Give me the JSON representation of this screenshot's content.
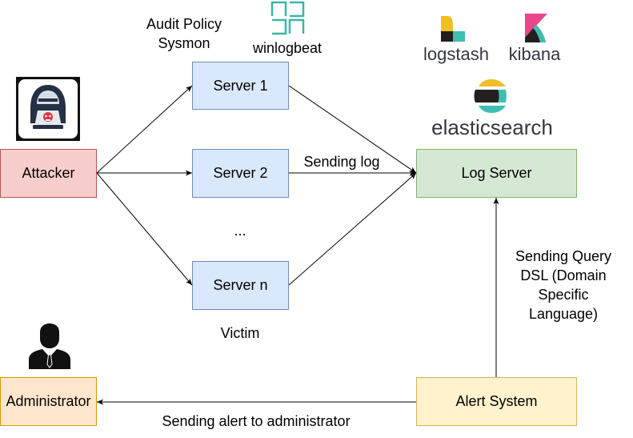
{
  "nodes": {
    "attacker": "Attacker",
    "server1": "Server 1",
    "server2": "Server 2",
    "server_n": "Server n",
    "log_server": "Log Server",
    "alert_system": "Alert System",
    "administrator": "Administrator"
  },
  "labels": {
    "audit_policy": "Audit Policy",
    "sysmon": "Sysmon",
    "winlogbeat": "winlogbeat",
    "logstash": "logstash",
    "kibana": "kibana",
    "elasticsearch": "elasticsearch",
    "ellipsis": "...",
    "victim": "Victim",
    "sending_log": "Sending log",
    "sending_query_1": "Sending Query",
    "sending_query_2": "DSL (Domain",
    "sending_query_3": "Specific",
    "sending_query_4": "Language)",
    "sending_alert": "Sending alert to administrator"
  },
  "colors": {
    "attacker_fill": "#f8cecc",
    "attacker_stroke": "#b85450",
    "server_fill": "#dae8fc",
    "server_stroke": "#6c8ebf",
    "log_fill": "#d5e8d4",
    "log_stroke": "#82b366",
    "alert_fill": "#fff2cc",
    "alert_stroke": "#d6b656",
    "admin_fill": "#ffe6cc",
    "admin_stroke": "#d79b00"
  },
  "icons": [
    "hacker-icon",
    "winlogbeat-icon",
    "logstash-icon",
    "kibana-icon",
    "elasticsearch-icon",
    "administrator-icon"
  ]
}
